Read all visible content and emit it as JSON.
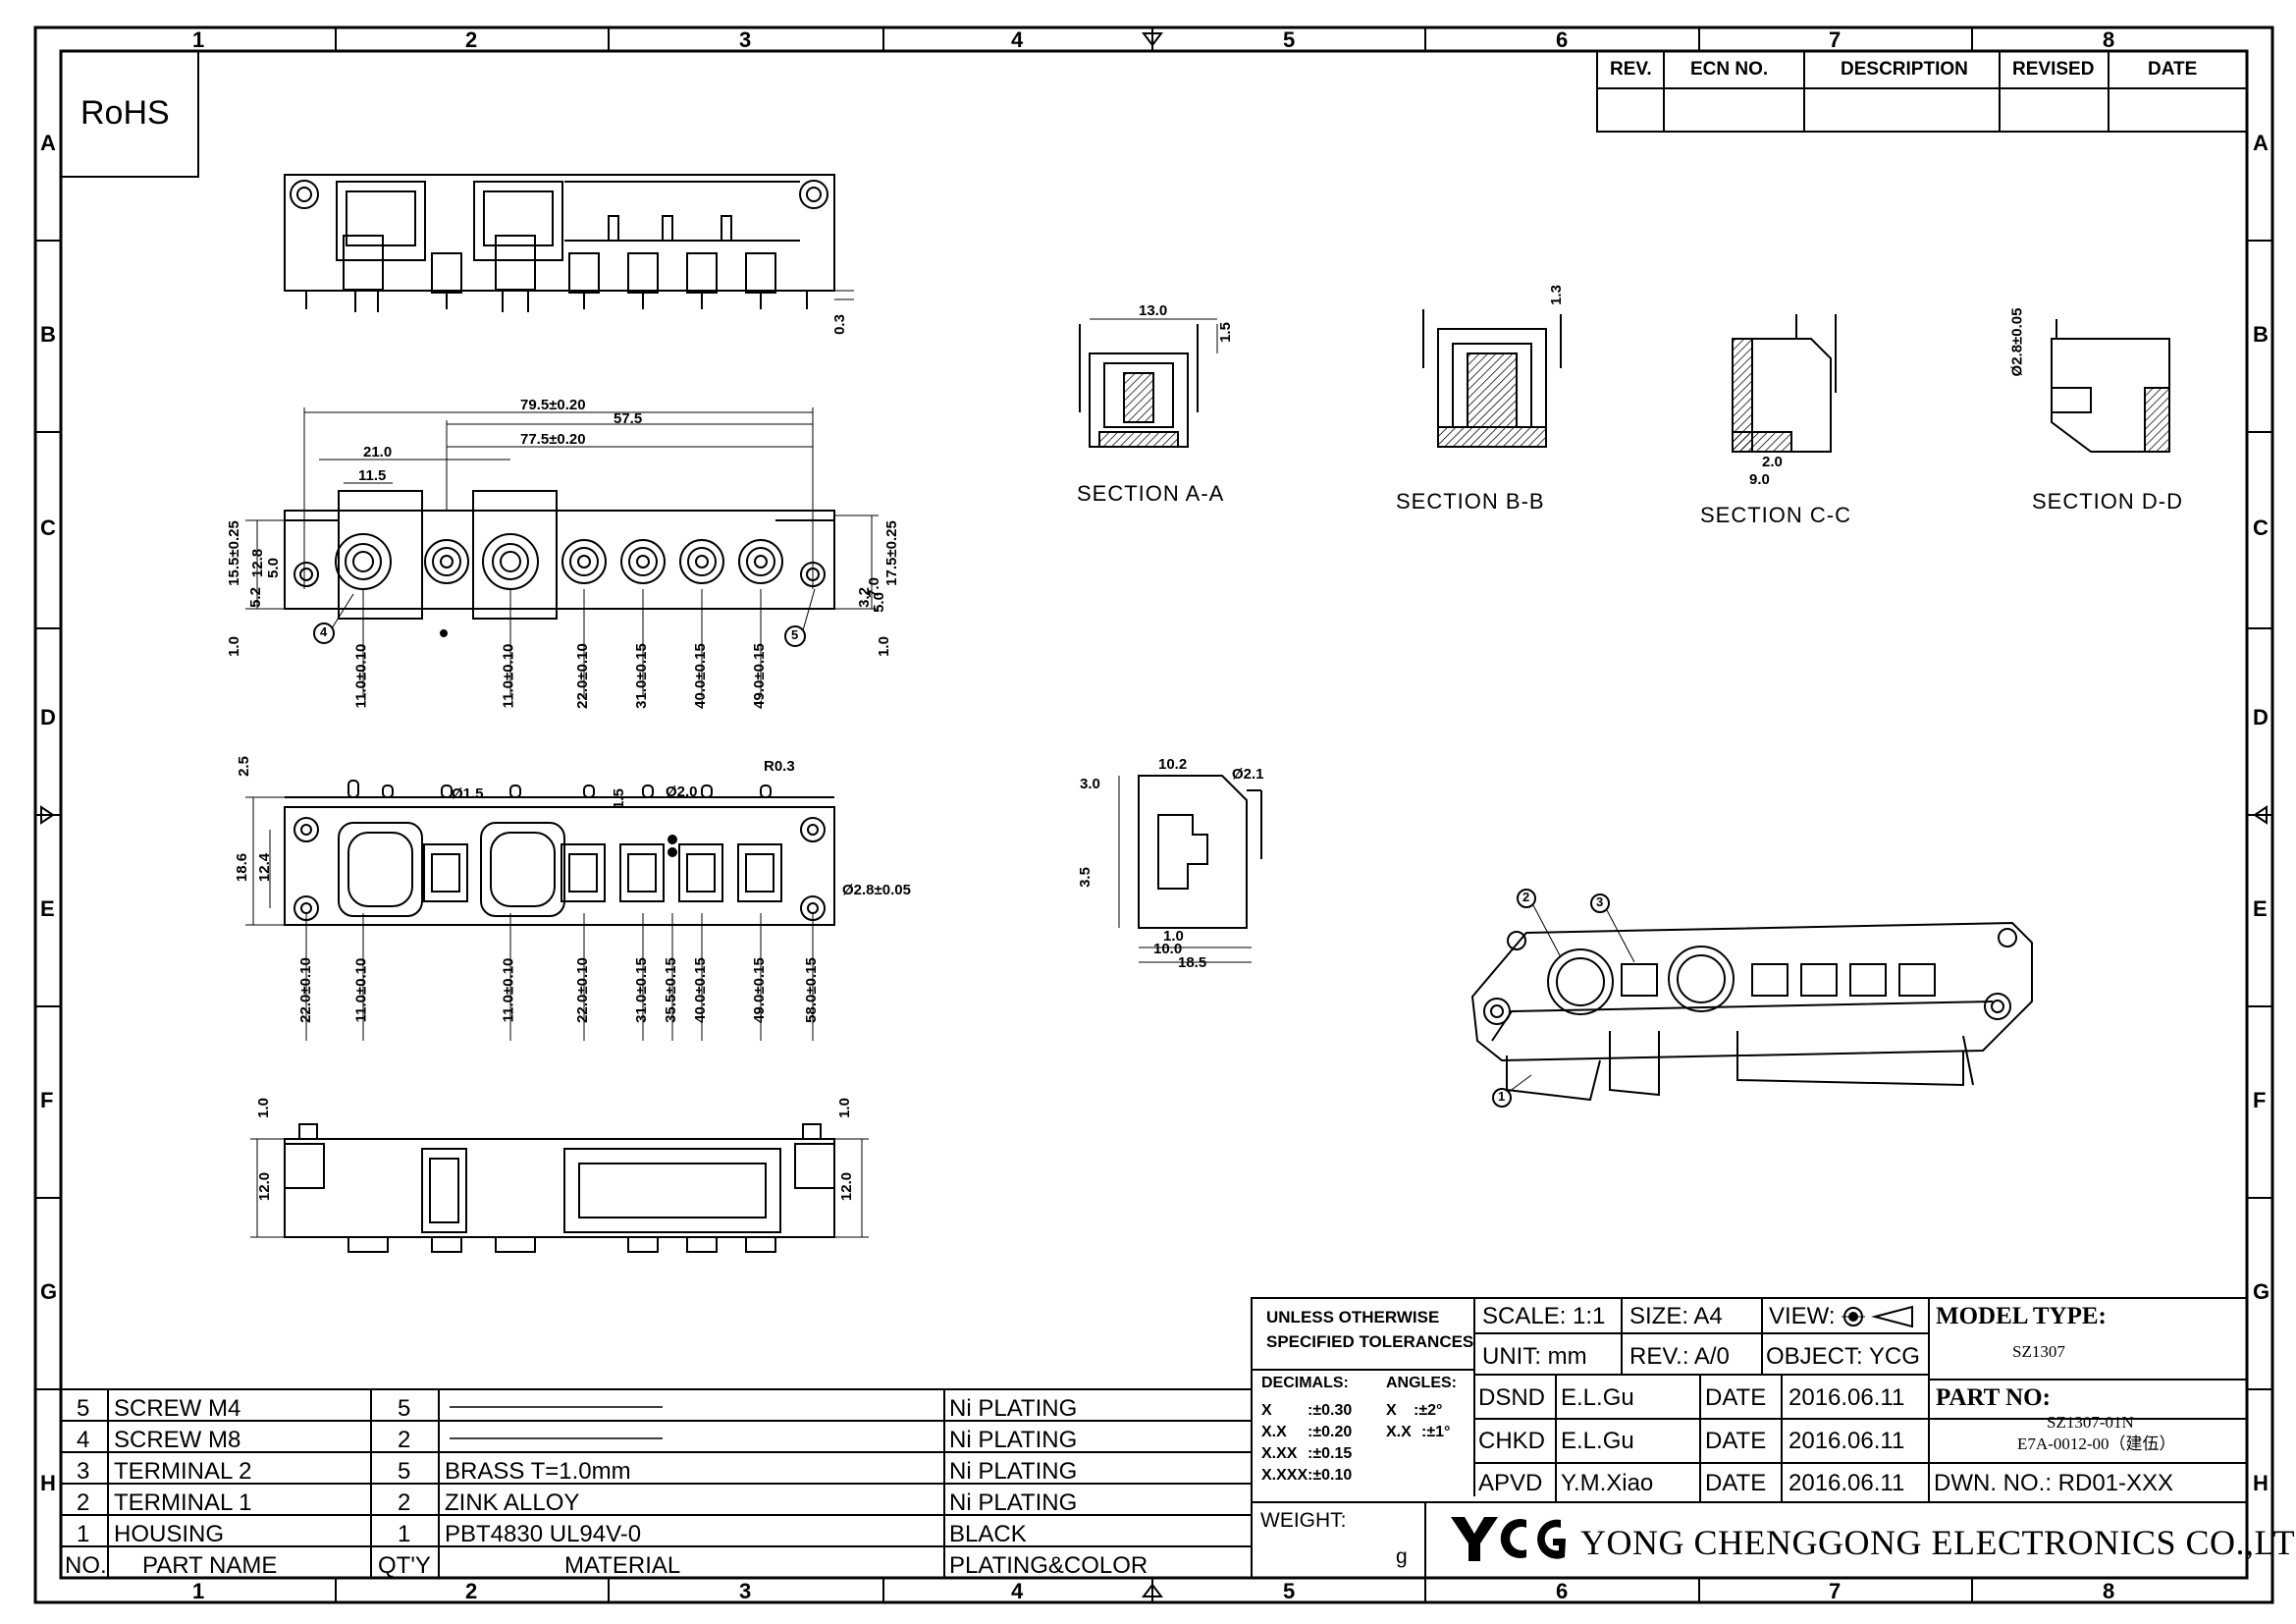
{
  "rohs": "RoHS",
  "zones": {
    "columns": [
      "1",
      "2",
      "3",
      "4",
      "5",
      "6",
      "7",
      "8"
    ],
    "rows": [
      "A",
      "B",
      "C",
      "D",
      "E",
      "F",
      "G",
      "H"
    ]
  },
  "revision_block": {
    "headers": [
      "REV.",
      "ECN NO.",
      "DESCRIPTION",
      "REVISED",
      "DATE"
    ]
  },
  "views": {
    "section_labels": [
      "SECTION A-A",
      "SECTION B-B",
      "SECTION C-C",
      "SECTION D-D"
    ],
    "section_a_dims": [
      "13.0",
      "1.5"
    ],
    "section_b_dims": [
      "1.3"
    ],
    "section_c_dims": [
      "2.0",
      "9.0"
    ],
    "section_d_dims": [
      "Ø2.8±0.05"
    ],
    "side_view_dims": [
      "10.2",
      "3.0",
      "Ø2.1",
      "3.5",
      "1.0",
      "10.0",
      "18.5"
    ],
    "top_dims": [
      "0.3"
    ],
    "front_dims": {
      "top": [
        "79.5±0.20",
        "57.5",
        "21.0",
        "77.5±0.20",
        "11.5"
      ],
      "left": [
        "15.5±0.25",
        "12.8",
        "5.0",
        "5.2",
        "1.0"
      ],
      "right": [
        "17.5±0.25",
        "7.0",
        "3.2",
        "5.0",
        "1.0"
      ],
      "bottom": [
        "11.0±0.10",
        "11.0±0.10",
        "22.0±0.10",
        "31.0±0.15",
        "40.0±0.15",
        "49.0±0.15"
      ],
      "bubbles": [
        "4",
        "5"
      ]
    },
    "plan_dims": {
      "left": [
        "2.5",
        "18.6",
        "12.4"
      ],
      "bottom": [
        "22.0±0.10",
        "11.0±0.10",
        "11.0±0.10",
        "22.0±0.10",
        "31.0±0.15",
        "35.5±0.15",
        "40.0±0.15",
        "49.0±0.15",
        "58.0±0.15"
      ],
      "misc": [
        "Ø1.5",
        "1.5",
        "Ø2.0",
        "Ø2.8±0.05",
        "R0.3"
      ]
    },
    "bottom_view_dims": [
      "1.0",
      "12.0",
      "1.0",
      "12.0"
    ],
    "iso_bubbles": [
      "1",
      "2",
      "3"
    ]
  },
  "title_block": {
    "tolerance_title": "UNLESS OTHERWISE",
    "tolerance_title2": "SPECIFIED TOLERANCES",
    "decimals_label": "DECIMALS:",
    "angles_label": "ANGLES:",
    "tolerances": [
      {
        "k": "X",
        "v": ":±0.30",
        "ak": "X",
        "av": ":±2°"
      },
      {
        "k": "X.X",
        "v": ":±0.20",
        "ak": "X.X",
        "av": ":±1°"
      },
      {
        "k": "X.XX",
        "v": ":±0.15",
        "ak": "",
        "av": ""
      },
      {
        "k": "X.XXX",
        "v": ":±0.10",
        "ak": "",
        "av": ""
      }
    ],
    "weight_label": "WEIGHT:",
    "weight_unit": "g",
    "scale": "SCALE:  1:1",
    "size": "SIZE:  A4",
    "view": "VIEW:",
    "unit": "UNIT:  mm",
    "rev": "REV.:  A/0",
    "object": "OBJECT:  YCG",
    "model_type_label": "MODEL TYPE:",
    "model_type": "SZ1307",
    "part_no_label": "PART NO:",
    "part_no": "SZ1307-01N",
    "part_no2": "E7A-0012-00（建伍）",
    "dwn_no": "DWN. NO.:  RD01-XXX",
    "signatures": [
      {
        "role": "DSND",
        "name": "E.L.Gu",
        "date_label": "DATE",
        "date": "2016.06.11"
      },
      {
        "role": "CHKD",
        "name": "E.L.Gu",
        "date_label": "DATE",
        "date": "2016.06.11"
      },
      {
        "role": "APVD",
        "name": "Y.M.Xiao",
        "date_label": "DATE",
        "date": "2016.06.11"
      }
    ],
    "logo": "YCG",
    "company": "YONG CHENGGONG ELECTRONICS CO.,LTD."
  },
  "bom": {
    "headers": [
      "NO.",
      "PART NAME",
      "QT'Y",
      "MATERIAL",
      "PLATING&COLOR"
    ],
    "rows": [
      {
        "no": "5",
        "name": "SCREW M4",
        "qty": "5",
        "material": "",
        "plating": "Ni PLATING"
      },
      {
        "no": "4",
        "name": "SCREW M8",
        "qty": "2",
        "material": "",
        "plating": "Ni PLATING"
      },
      {
        "no": "3",
        "name": "TERMINAL 2",
        "qty": "5",
        "material": "BRASS T=1.0mm",
        "plating": "Ni PLATING"
      },
      {
        "no": "2",
        "name": "TERMINAL 1",
        "qty": "2",
        "material": "ZINK ALLOY",
        "plating": "Ni PLATING"
      },
      {
        "no": "1",
        "name": "HOUSING",
        "qty": "1",
        "material": "PBT4830 UL94V-0",
        "plating": "BLACK"
      }
    ]
  }
}
